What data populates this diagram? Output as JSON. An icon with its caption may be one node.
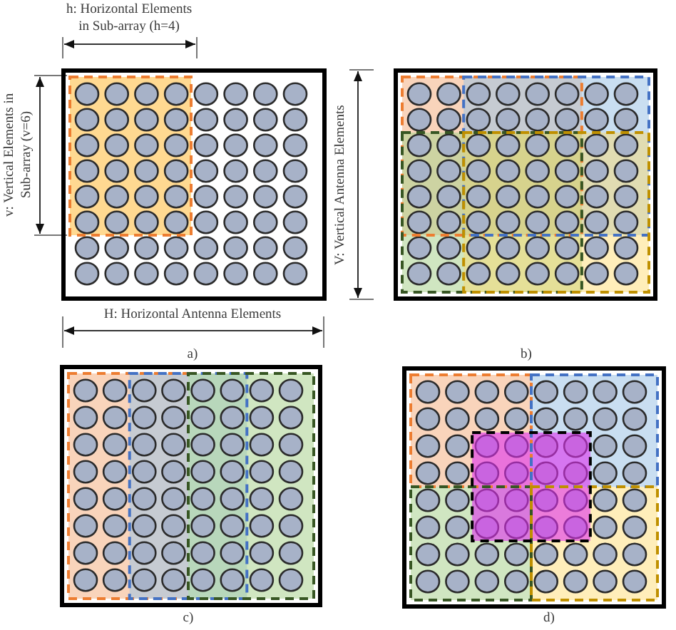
{
  "diagram": {
    "labels": [
      "h: Horizontal Elements in Sub-array (h=4)",
      "v: Vertical Elements in Sub-array (v=6)",
      "V: Vertical Antenna Elements",
      "H: Horizontal Antenna Elements",
      "a)",
      "b)",
      "c)",
      "d)"
    ]
  }
}
